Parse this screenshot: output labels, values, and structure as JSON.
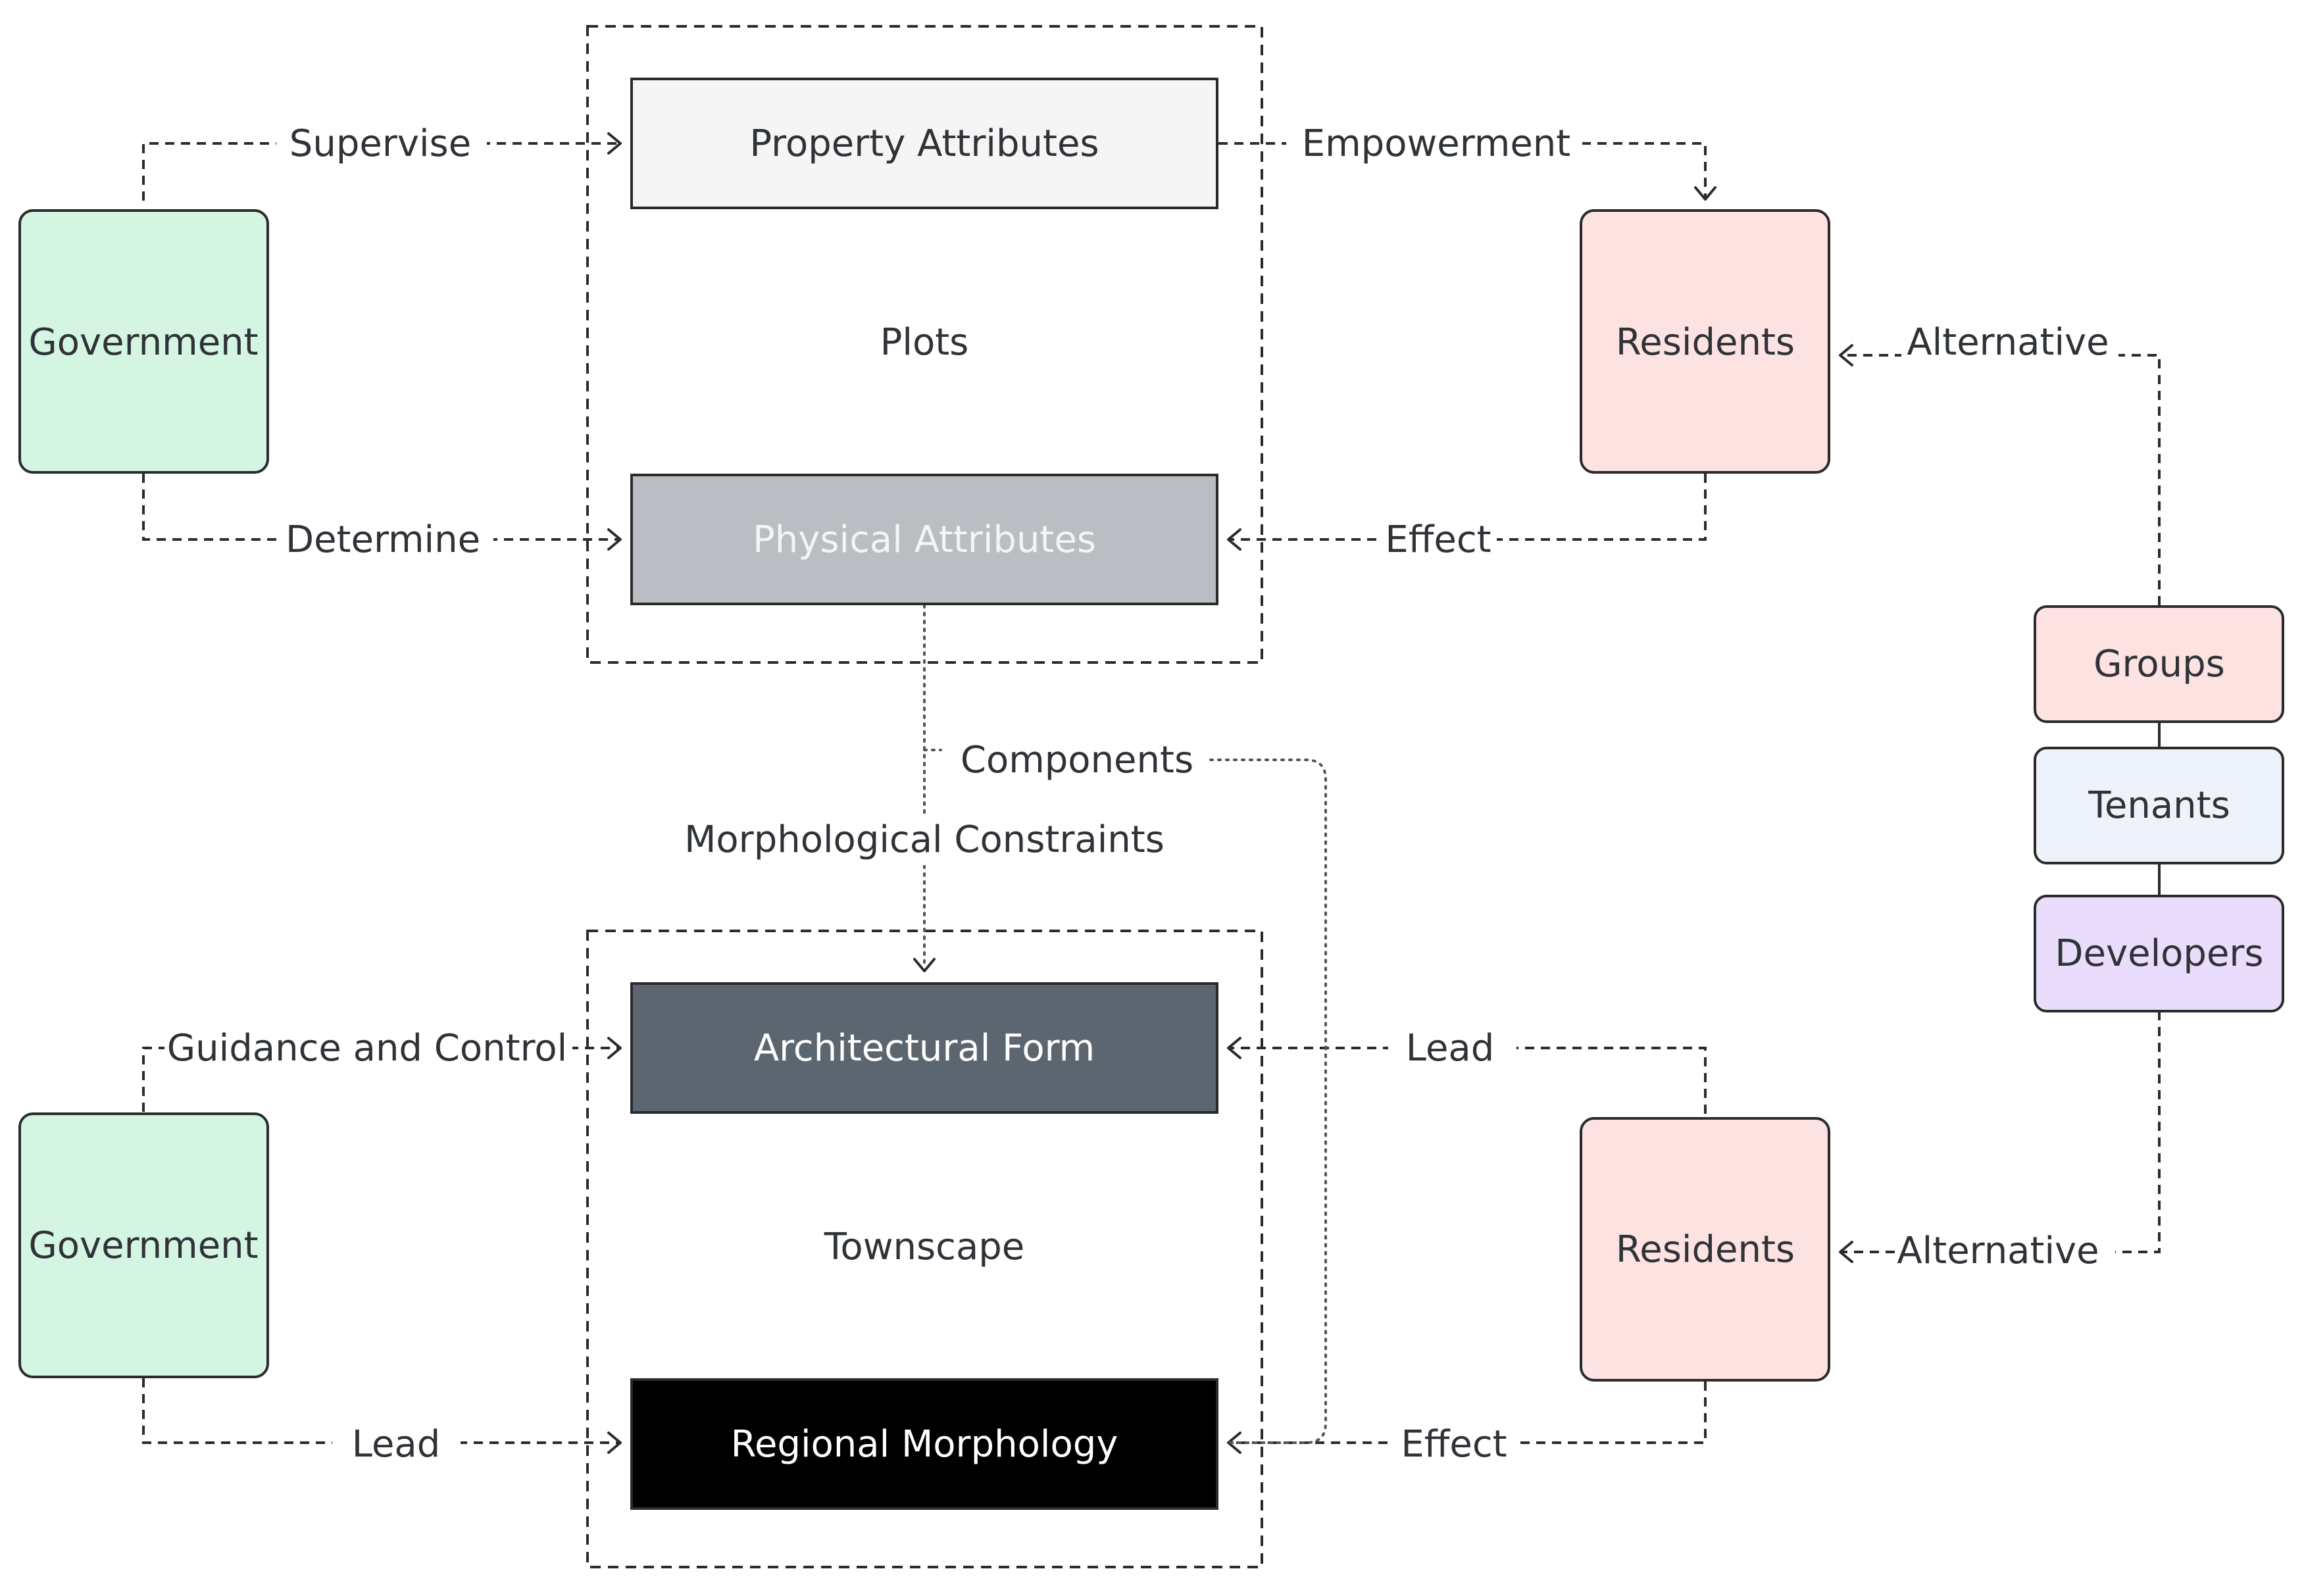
{
  "colors": {
    "government_fill": "#d5f5e3",
    "residents_fill": "#fde2e2",
    "groups_fill": "#fde2e2",
    "tenants_fill": "#eef2fb",
    "developers_fill": "#e9ddfb",
    "property_fill": "#f5f5f5",
    "physical_fill": "#babdc2",
    "architectural_fill": "#5c6670",
    "regional_fill": "#000000",
    "line": "#2b2b2b"
  },
  "nodes": {
    "government_top": "Government",
    "government_bottom": "Government",
    "residents_top": "Residents",
    "residents_bottom": "Residents",
    "property_attributes": "Property Attributes",
    "physical_attributes": "Physical Attributes",
    "architectural_form": "Architectural Form",
    "regional_morphology": "Regional Morphology",
    "groups": "Groups",
    "tenants": "Tenants",
    "developers": "Developers"
  },
  "containers": {
    "plots": "Plots",
    "townscape": "Townscape"
  },
  "edges": {
    "supervise": "Supervise",
    "determine": "Determine",
    "empowerment": "Empowerment",
    "effect_top": "Effect",
    "alternative_top": "Alternative",
    "components": "Components",
    "morphological_constraints": "Morphological Constraints",
    "guidance_and_control": "Guidance and Control",
    "lead_bottom_left": "Lead",
    "lead_right": "Lead",
    "effect_bottom": "Effect",
    "alternative_bottom": "Alternative"
  }
}
